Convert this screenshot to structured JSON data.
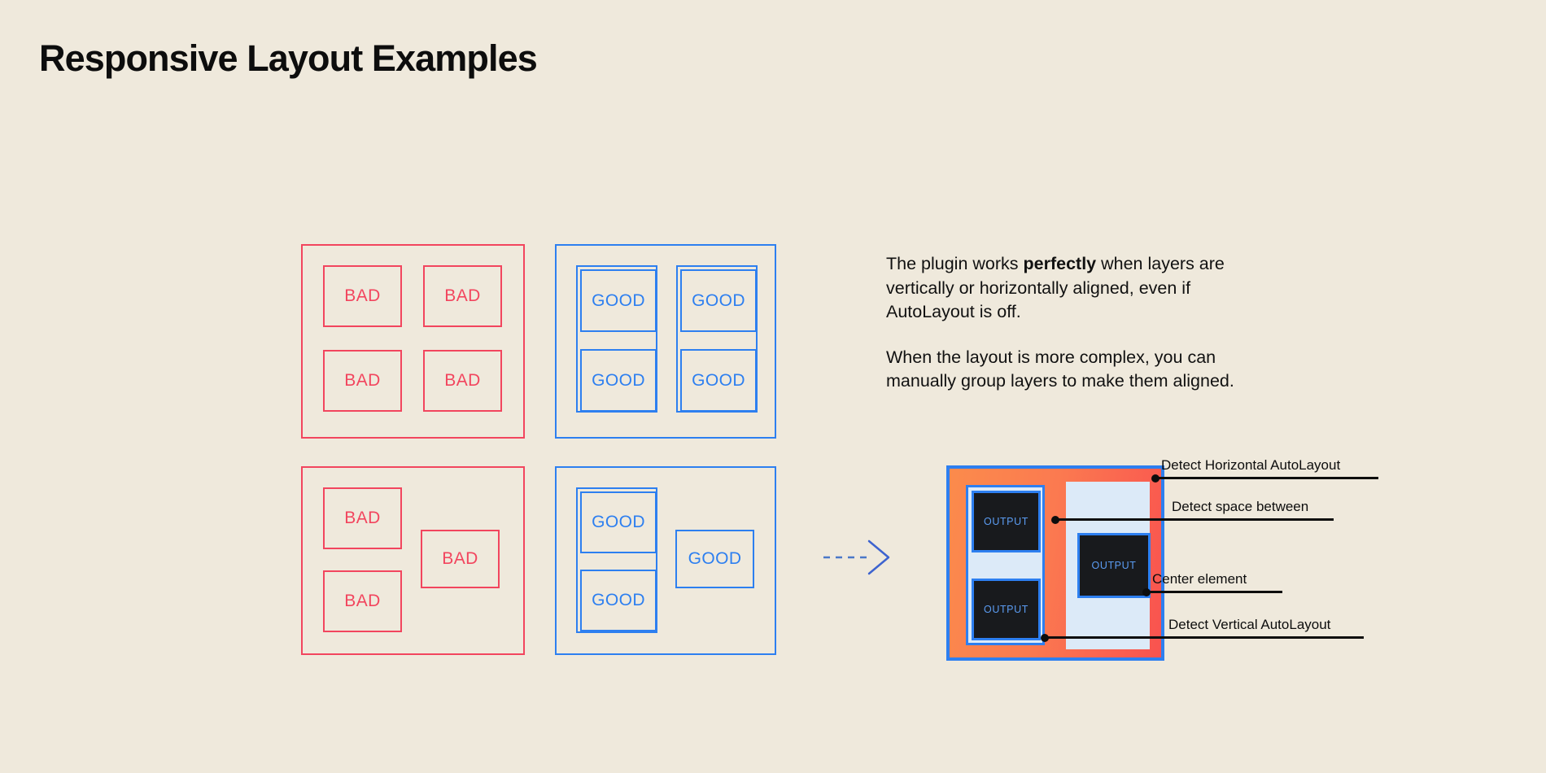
{
  "page": {
    "title": "Responsive Layout Examples",
    "background_color": "#EFE9DC",
    "bad_color": "#F2455E",
    "good_color": "#2D7FF0",
    "text_color": "#0D0D0D"
  },
  "examples": {
    "bad_grid": {
      "label": "bad-aligned-grid",
      "cells": [
        {
          "text": "BAD"
        },
        {
          "text": "BAD"
        },
        {
          "text": "BAD"
        },
        {
          "text": "BAD"
        }
      ]
    },
    "good_grid": {
      "label": "good-aligned-grid",
      "cells": [
        {
          "text": "GOOD"
        },
        {
          "text": "GOOD"
        },
        {
          "text": "GOOD"
        },
        {
          "text": "GOOD"
        }
      ]
    },
    "bad_complex": {
      "label": "bad-complex-layout",
      "cells": [
        {
          "text": "BAD"
        },
        {
          "text": "BAD"
        },
        {
          "text": "BAD"
        }
      ]
    },
    "good_complex": {
      "label": "good-complex-layout",
      "cells": [
        {
          "text": "GOOD"
        },
        {
          "text": "GOOD"
        },
        {
          "text": "GOOD"
        }
      ]
    }
  },
  "copy": {
    "paragraph_1_part_1": "The plugin works ",
    "paragraph_1_bold": "perfectly",
    "paragraph_1_part_2": " when layers are vertically or horizontally aligned, even if AutoLayout is off.",
    "paragraph_2": "When the layout is more complex, you can manually group layers to make them aligned."
  },
  "arrow": {
    "icon": "dashed-arrow-right-icon",
    "color": "#2D7FF0"
  },
  "preview": {
    "frame_border_color": "#2D7FF0",
    "fill_color": "#FB7A50",
    "panel_color": "#DCEAF8",
    "output_label": "OUTPUT",
    "output_boxes": [
      {
        "text": "OUTPUT",
        "position": "left-top"
      },
      {
        "text": "OUTPUT",
        "position": "left-bottom"
      },
      {
        "text": "OUTPUT",
        "position": "right-center"
      }
    ],
    "callouts": [
      {
        "label": "Detect Horizontal AutoLayout"
      },
      {
        "label": "Detect space between"
      },
      {
        "label": "Center element"
      },
      {
        "label": "Detect Vertical AutoLayout"
      }
    ]
  }
}
